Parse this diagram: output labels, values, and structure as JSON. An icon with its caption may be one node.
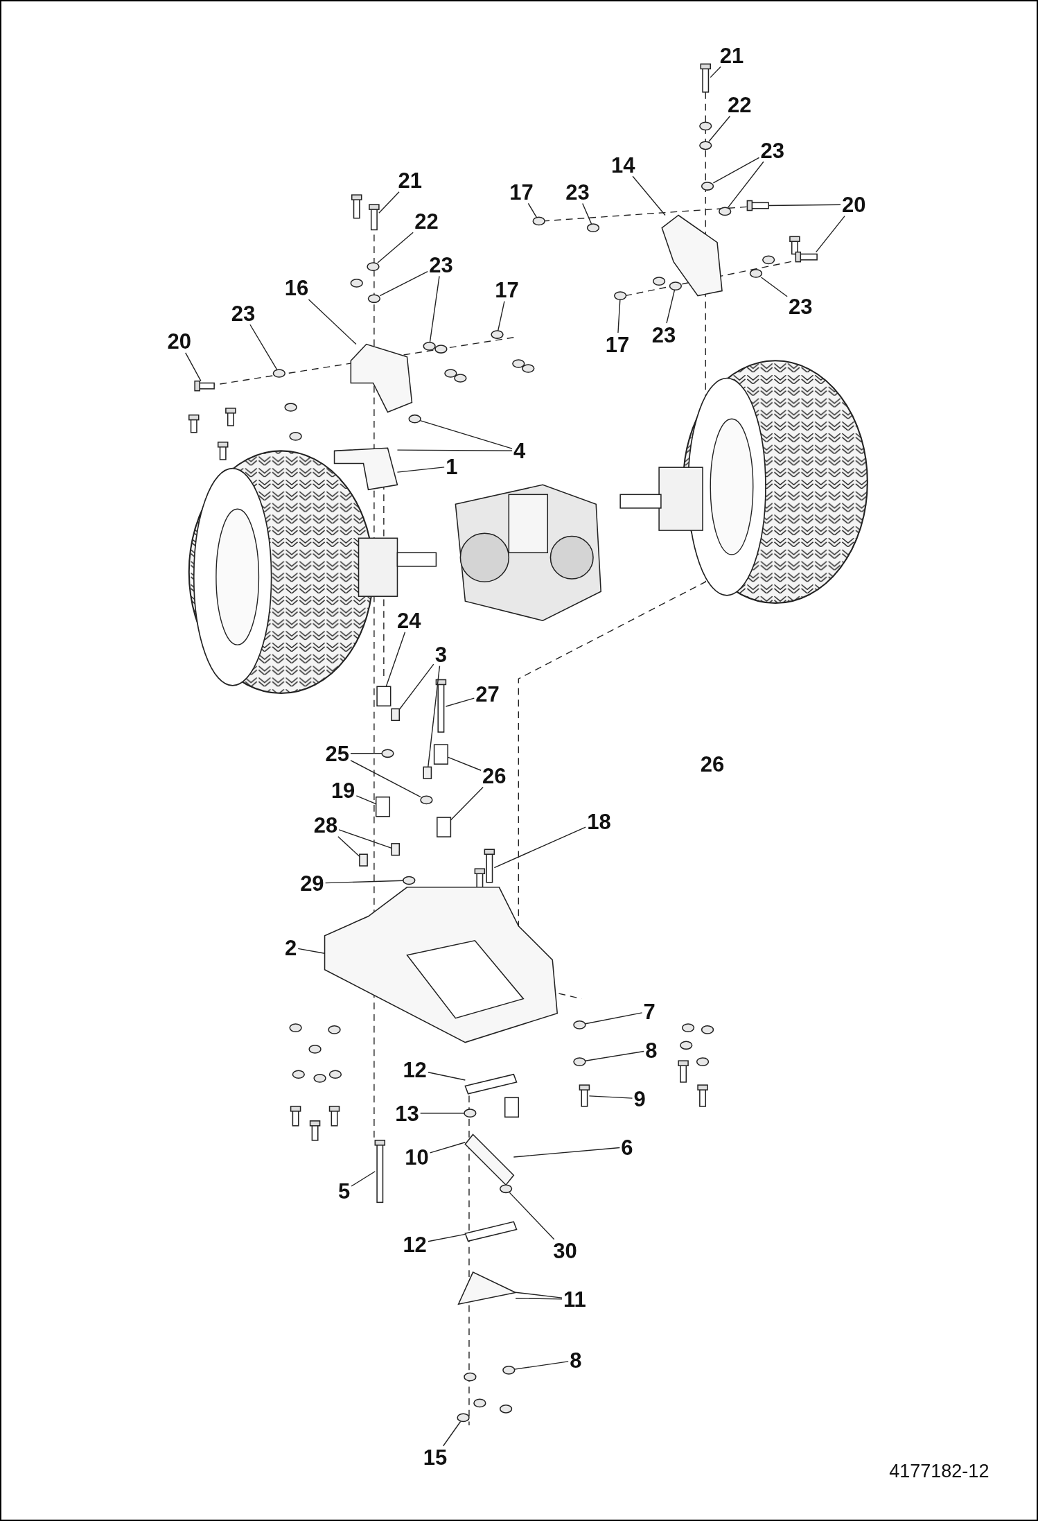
{
  "diagram": {
    "nodes": [
      {
        "text": [
          "21"
        ]
      },
      {
        "text": [
          "22"
        ]
      },
      {
        "text": [
          "23"
        ]
      },
      {
        "text": [
          "16"
        ]
      },
      {
        "text": [
          "17"
        ]
      },
      {
        "text": [
          "20"
        ]
      },
      {
        "text": [
          "23"
        ]
      },
      {
        "text": [
          "4"
        ]
      },
      {
        "text": [
          "1"
        ]
      },
      {
        "text": [
          "17"
        ]
      },
      {
        "text": [
          "23"
        ]
      },
      {
        "text": [
          "14"
        ]
      },
      {
        "text": [
          "21"
        ]
      },
      {
        "text": [
          "22"
        ]
      },
      {
        "text": [
          "23"
        ]
      },
      {
        "text": [
          "20"
        ]
      },
      {
        "text": [
          "23"
        ]
      },
      {
        "text": [
          "17"
        ]
      },
      {
        "text": [
          "23"
        ]
      },
      {
        "text": [
          "24"
        ]
      },
      {
        "text": [
          "3"
        ]
      },
      {
        "text": [
          "27"
        ]
      },
      {
        "text": [
          "25"
        ]
      },
      {
        "text": [
          "26"
        ]
      },
      {
        "text": [
          "19"
        ]
      },
      {
        "text": [
          "28"
        ]
      },
      {
        "text": [
          "29"
        ]
      },
      {
        "text": [
          "18"
        ]
      },
      {
        "text": [
          "2"
        ]
      },
      {
        "text": [
          "7"
        ]
      },
      {
        "text": [
          "8"
        ]
      },
      {
        "text": [
          "9"
        ]
      },
      {
        "text": [
          "12"
        ]
      },
      {
        "text": [
          "13"
        ]
      },
      {
        "text": [
          "10"
        ]
      },
      {
        "text": [
          "6"
        ]
      },
      {
        "text": [
          "5"
        ]
      },
      {
        "text": [
          "12"
        ]
      },
      {
        "text": [
          "30"
        ]
      },
      {
        "text": [
          "11"
        ]
      },
      {
        "text": [
          "8"
        ]
      },
      {
        "text": [
          "15"
        ]
      },
      {
        "text": [],
        "shape": "bar"
      },
      {
        "text": [],
        "shape": "circle"
      },
      {
        "text": [],
        "shape": "circle"
      },
      {
        "text": [],
        "shape": "circle"
      },
      {
        "text": [],
        "shape": "picture"
      },
      {
        "text": [],
        "shape": "circle"
      },
      {
        "text": [],
        "shape": "bar"
      },
      {
        "text": [],
        "shape": "circle"
      },
      {
        "text": [],
        "shape": "circle"
      },
      {
        "text": [],
        "shape": "picture"
      },
      {
        "text": [],
        "shape": "circle"
      },
      {
        "text": [],
        "shape": "circle"
      },
      {
        "text": [],
        "shape": "picture"
      },
      {
        "text": [],
        "shape": "bar"
      },
      {
        "text": [],
        "shape": "circle"
      },
      {
        "text": [],
        "shape": "circle"
      },
      {
        "text": [],
        "shape": "circle"
      },
      {
        "text": [],
        "shape": "bar"
      },
      {
        "text": [],
        "shape": "bar"
      },
      {
        "text": [],
        "shape": "circle"
      },
      {
        "text": [],
        "shape": "circle"
      },
      {
        "text": [],
        "shape": "circle"
      },
      {
        "text": [],
        "shape": "box"
      },
      {
        "text": [],
        "shape": "box"
      },
      {
        "text": [],
        "shape": "box"
      },
      {
        "text": [],
        "shape": "bar"
      },
      {
        "text": [],
        "shape": "circle"
      },
      {
        "text": [],
        "shape": "circle"
      },
      {
        "text": [],
        "shape": "box"
      },
      {
        "text": [],
        "shape": "box"
      },
      {
        "text": [],
        "shape": "box"
      },
      {
        "text": [],
        "shape": "box"
      },
      {
        "text": [],
        "shape": "box"
      },
      {
        "text": [],
        "shape": "circle"
      },
      {
        "text": [],
        "shape": "bar"
      },
      {
        "text": [],
        "shape": "picture"
      },
      {
        "text": [],
        "shape": "circle"
      },
      {
        "text": [],
        "shape": "circle"
      },
      {
        "text": [],
        "shape": "bar"
      },
      {
        "text": [],
        "shape": "bar"
      },
      {
        "text": [],
        "shape": "circle"
      },
      {
        "text": [],
        "shape": "picture"
      },
      {
        "text": [],
        "shape": "circle"
      },
      {
        "text": [],
        "shape": "bar"
      },
      {
        "text": [],
        "shape": "bar"
      },
      {
        "text": [],
        "shape": "picture"
      },
      {
        "text": [],
        "shape": "circle"
      },
      {
        "text": [],
        "shape": "circle"
      }
    ],
    "edges": [
      {
        "from": 0,
        "to": 42,
        "arrow": "none"
      },
      {
        "from": 1,
        "to": 43,
        "arrow": "none"
      },
      {
        "from": 2,
        "to": 44,
        "arrow": "none"
      },
      {
        "from": 2,
        "to": 45,
        "arrow": "none"
      },
      {
        "from": 3,
        "to": 46,
        "arrow": "none"
      },
      {
        "from": 4,
        "to": 47,
        "arrow": "none"
      },
      {
        "from": 5,
        "to": 48,
        "arrow": "none"
      },
      {
        "from": 6,
        "to": 49,
        "arrow": "none"
      },
      {
        "from": 7,
        "to": 50,
        "arrow": "none"
      },
      {
        "from": 7,
        "to": 51,
        "arrow": "none"
      },
      {
        "from": 8,
        "to": 51,
        "arrow": "none"
      },
      {
        "from": 9,
        "to": 52,
        "arrow": "none"
      },
      {
        "from": 10,
        "to": 53,
        "arrow": "none"
      },
      {
        "from": 11,
        "to": 54,
        "arrow": "none"
      },
      {
        "from": 12,
        "to": 55,
        "arrow": "none"
      },
      {
        "from": 13,
        "to": 56,
        "arrow": "none"
      },
      {
        "from": 14,
        "to": 57,
        "arrow": "none"
      },
      {
        "from": 14,
        "to": 58,
        "arrow": "none"
      },
      {
        "from": 15,
        "to": 59,
        "arrow": "none"
      },
      {
        "from": 15,
        "to": 60,
        "arrow": "none"
      },
      {
        "from": 16,
        "to": 61,
        "arrow": "none"
      },
      {
        "from": 17,
        "to": 62,
        "arrow": "none"
      },
      {
        "from": 18,
        "to": 63,
        "arrow": "none"
      },
      {
        "from": 19,
        "to": 64,
        "arrow": "none"
      },
      {
        "from": 20,
        "to": 65,
        "arrow": "none"
      },
      {
        "from": 20,
        "to": 66,
        "arrow": "none"
      },
      {
        "from": 21,
        "to": 67,
        "arrow": "none"
      },
      {
        "from": 22,
        "to": 68,
        "arrow": "none"
      },
      {
        "from": 22,
        "to": 69,
        "arrow": "none"
      },
      {
        "from": 23,
        "to": 70,
        "arrow": "none"
      },
      {
        "from": 23,
        "to": 71,
        "arrow": "none"
      },
      {
        "from": 24,
        "to": 72,
        "arrow": "none"
      },
      {
        "from": 25,
        "to": 73,
        "arrow": "none"
      },
      {
        "from": 25,
        "to": 74,
        "arrow": "none"
      },
      {
        "from": 26,
        "to": 75,
        "arrow": "none"
      },
      {
        "from": 27,
        "to": 76,
        "arrow": "none"
      },
      {
        "from": 28,
        "to": 77,
        "arrow": "none"
      },
      {
        "from": 29,
        "to": 78,
        "arrow": "none"
      },
      {
        "from": 30,
        "to": 79,
        "arrow": "none"
      },
      {
        "from": 31,
        "to": 80,
        "arrow": "none"
      },
      {
        "from": 32,
        "to": 81,
        "arrow": "none"
      },
      {
        "from": 33,
        "to": 82,
        "arrow": "none"
      },
      {
        "from": 34,
        "to": 83,
        "arrow": "none"
      },
      {
        "from": 35,
        "to": 83,
        "arrow": "none"
      },
      {
        "from": 36,
        "to": 85,
        "arrow": "none"
      },
      {
        "from": 37,
        "to": 86,
        "arrow": "none"
      },
      {
        "from": 38,
        "to": 84,
        "arrow": "none"
      },
      {
        "from": 39,
        "to": 87,
        "arrow": "none"
      },
      {
        "from": 39,
        "to": 87,
        "arrow": "none"
      },
      {
        "from": 40,
        "to": 88,
        "arrow": "none"
      },
      {
        "from": 41,
        "to": 89,
        "arrow": "none"
      }
    ],
    "labels": [
      "26",
      "4177182-12"
    ]
  }
}
